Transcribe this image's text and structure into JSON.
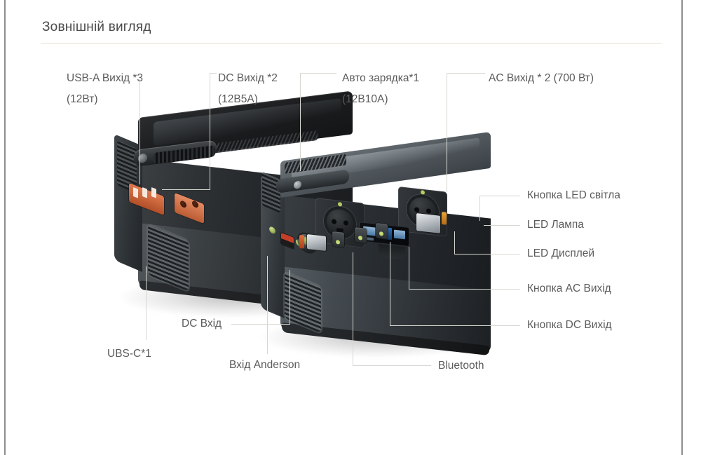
{
  "page": {
    "section_title": "Зовнішній вигляд",
    "background_color": "#ffffff",
    "divider_color": "#f1efe7",
    "label_color": "#5b5b5b",
    "leader_line_color": "#d6d8d0"
  },
  "callouts": {
    "usb_a": {
      "line1": "USB-A Вихід *3",
      "line2": "(12Вт)"
    },
    "dc_out": {
      "line1": "DC Вихід *2",
      "line2": "(12В5А)"
    },
    "auto_charge": {
      "line1": "Авто зарядка*1",
      "line2": "(12В10А)"
    },
    "ac_out": {
      "line1": "AC Вихід * 2 (700 Вт)"
    },
    "led_light_button": {
      "line1": "Кнопка LED світла"
    },
    "led_lamp": {
      "line1": "LED Лампа"
    },
    "led_display": {
      "line1": "LED Дисплей"
    },
    "ac_out_button": {
      "line1": "Кнопка AC Вихід"
    },
    "dc_out_button": {
      "line1": "Кнопка DC Вихід"
    },
    "dc_in": {
      "line1": "DC Вхід"
    },
    "usb_c": {
      "line1": "UBS-C*1"
    },
    "anderson_in": {
      "line1": "Вхід Anderson"
    },
    "bluetooth": {
      "line1": "Bluetooth"
    }
  },
  "product": {
    "name": "portable-power-station",
    "units": [
      {
        "id": "back-unit",
        "view": "rear-left",
        "body_color": "#2c3135"
      },
      {
        "id": "front-unit",
        "view": "front-right",
        "body_color": "#3a4045"
      }
    ],
    "ports": {
      "usb_a_count": 3,
      "dc_out_count": 2,
      "ac_socket_count": 2,
      "ac_socket_type": "schuko"
    },
    "accent_colors": {
      "usb_port": "#d9703f",
      "indicator_led": "#c2d977",
      "display_blue": "#2e6fb7",
      "anderson_red": "#c43f28"
    }
  }
}
